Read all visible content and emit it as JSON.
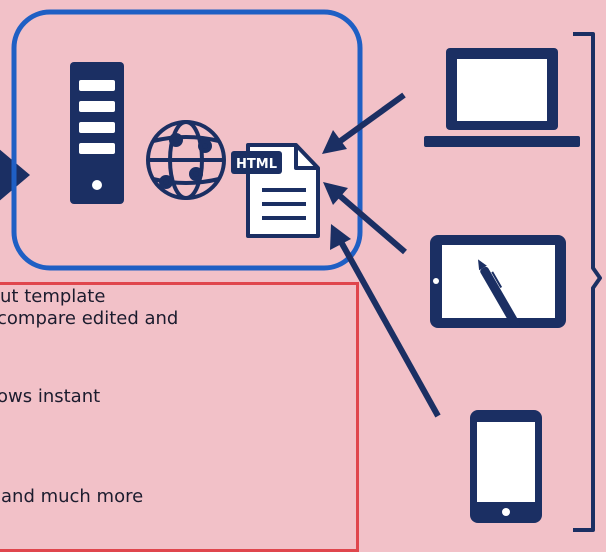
{
  "diagram": {
    "colors": {
      "background": "#f2c1c8",
      "navy": "#1b2f63",
      "server_box_border": "#1f5fc4",
      "text_box_border": "#e0464d"
    },
    "server_group": {
      "server_icon": "server-icon",
      "globe_icon": "globe-icon",
      "document_icon": "html-file-icon",
      "document_badge": "HTML"
    },
    "devices": [
      {
        "name": "laptop",
        "icon": "laptop-icon"
      },
      {
        "name": "tablet",
        "icon": "tablet-with-stylus-icon"
      },
      {
        "name": "smartphone",
        "icon": "smartphone-icon"
      }
    ],
    "text_lines": [
      "ut template",
      "compare edited and",
      "ows instant",
      "and much more"
    ]
  }
}
